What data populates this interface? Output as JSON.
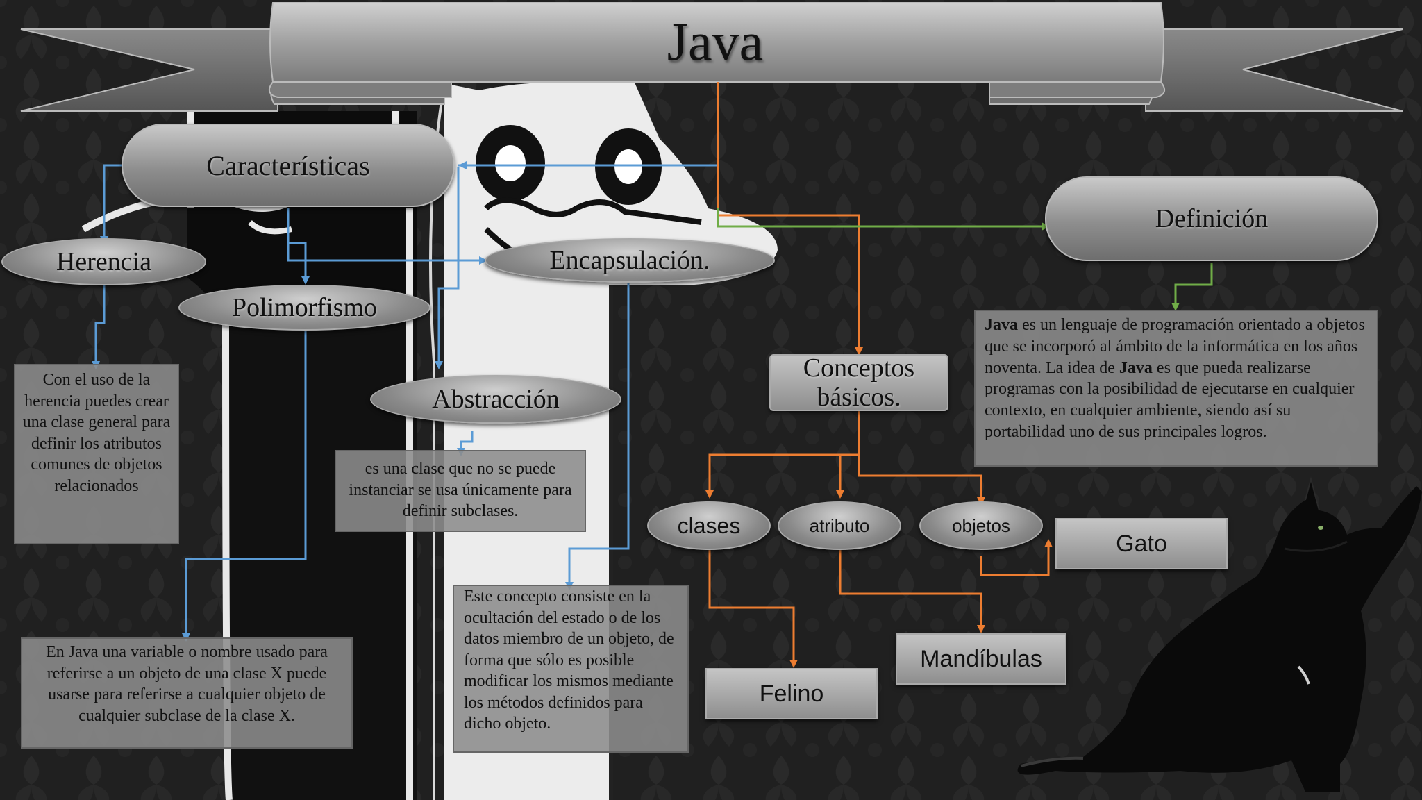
{
  "title": "Java",
  "characteristics": {
    "label": "Características",
    "herencia": "Herencia",
    "polimorfismo": "Polimorfismo",
    "encapsulacion": "Encapsulación.",
    "abstraccion": "Abstracción",
    "herencia_text": "Con el uso de la herencia puedes crear una clase general para definir los atributos comunes de objetos relacionados",
    "polimorfismo_text": "En Java una variable o nombre usado para referirse a un objeto de una clase X puede usarse para referirse a cualquier objeto de cualquier subclase de la clase X.",
    "abstraccion_text": "es una clase que no se puede instanciar se usa únicamente para definir subclases.",
    "encapsulacion_text": "Este concepto consiste en la ocultación del estado o de los datos miembro de un objeto, de forma que sólo es posible modificar los mismos mediante los métodos definidos para dicho objeto."
  },
  "definition": {
    "label": "Definición",
    "p1_bold": "Java",
    "p1_rest": " es un lenguaje de programación orientado a objetos que se incorporó al ámbito de la informática en los años noventa. La idea de ",
    "p2_bold": "Java",
    "p2_rest": " es que pueda realizarse programas con la posibilidad de ejecutarse en cualquier contexto, en cualquier ambiente, siendo así su portabilidad uno de sus principales logros."
  },
  "basics": {
    "label": "Conceptos básicos.",
    "clases": "clases",
    "atributo": "atributo",
    "objetos": "objetos",
    "felino": "Felino",
    "mandibulas": "Mandíbulas",
    "gato": "Gato"
  },
  "colors": {
    "blue_connector": "#5b9bd5",
    "orange_connector": "#ed7d31",
    "green_connector": "#70ad47"
  }
}
